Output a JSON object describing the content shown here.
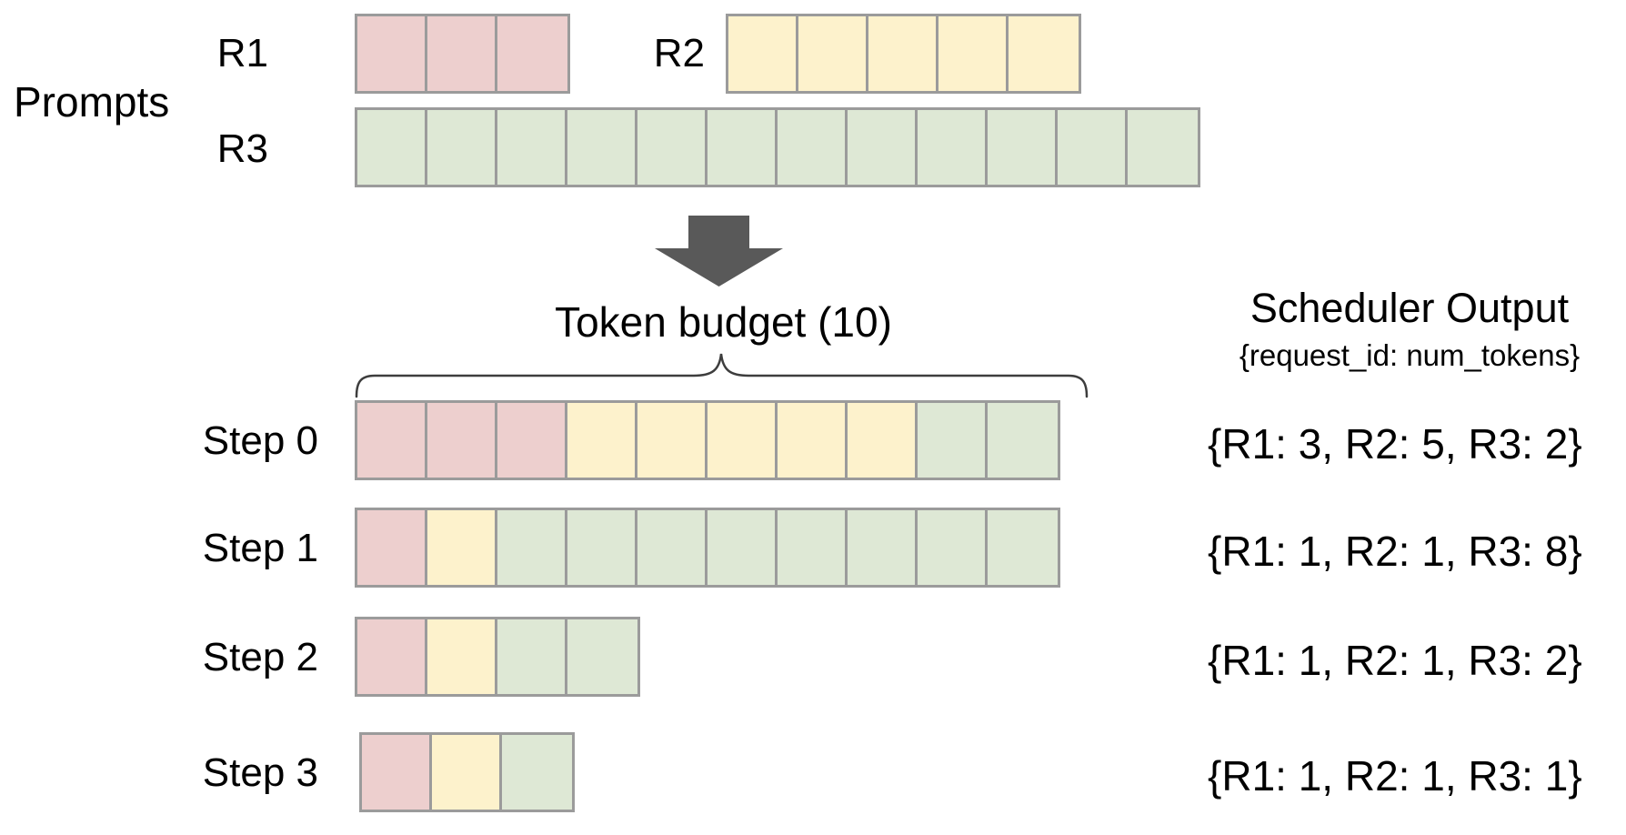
{
  "colors": {
    "r1": "#edcfce",
    "r2": "#fdf2cc",
    "r3": "#dee8d5",
    "cell_border": "#9b9b9b",
    "arrow": "#595959",
    "brace": "#3d3d3d",
    "text": "#000000"
  },
  "prompts": {
    "section_label": "Prompts",
    "rows": [
      {
        "id": "R1",
        "label": "R1",
        "num_tokens": 3,
        "segments": [
          {
            "color": "r1",
            "count": 3
          }
        ]
      },
      {
        "id": "R2",
        "label": "R2",
        "num_tokens": 5,
        "segments": [
          {
            "color": "r2",
            "count": 5
          }
        ]
      },
      {
        "id": "R3",
        "label": "R3",
        "num_tokens": 12,
        "segments": [
          {
            "color": "r3",
            "count": 12
          }
        ]
      }
    ]
  },
  "token_budget": {
    "label": "Token budget (10)",
    "value": 10
  },
  "scheduler_output": {
    "title": "Scheduler Output",
    "subtitle": "{request_id: num_tokens}"
  },
  "steps": [
    {
      "label": "Step 0",
      "segments": [
        {
          "color": "r1",
          "count": 3
        },
        {
          "color": "r2",
          "count": 5
        },
        {
          "color": "r3",
          "count": 2
        }
      ],
      "output": "{R1: 3, R2: 5, R3: 2}"
    },
    {
      "label": "Step 1",
      "segments": [
        {
          "color": "r1",
          "count": 1
        },
        {
          "color": "r2",
          "count": 1
        },
        {
          "color": "r3",
          "count": 8
        }
      ],
      "output": "{R1: 1, R2: 1, R3: 8}"
    },
    {
      "label": "Step 2",
      "segments": [
        {
          "color": "r1",
          "count": 1
        },
        {
          "color": "r2",
          "count": 1
        },
        {
          "color": "r3",
          "count": 2
        }
      ],
      "output": "{R1: 1, R2: 1, R3: 2}"
    },
    {
      "label": "Step 3",
      "segments": [
        {
          "color": "r1",
          "count": 1
        },
        {
          "color": "r2",
          "count": 1
        },
        {
          "color": "r3",
          "count": 1
        }
      ],
      "output": "{R1: 1, R2: 1, R3: 1}"
    }
  ]
}
